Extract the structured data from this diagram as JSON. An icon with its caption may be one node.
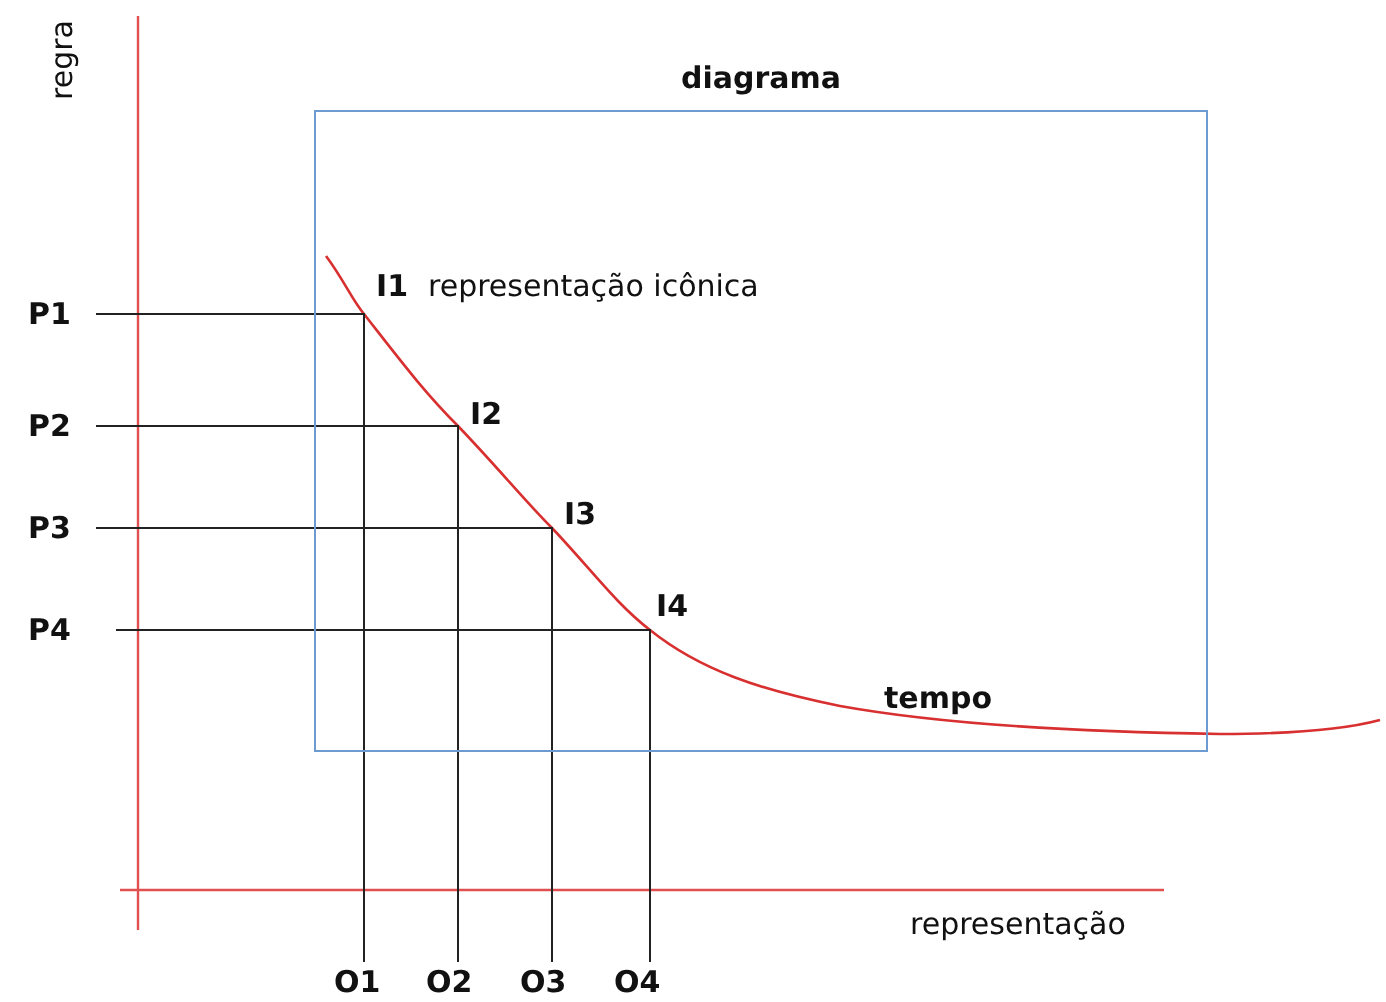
{
  "diagram": {
    "nodes": [
      {
        "text": [
          "diagrama"
        ]
      }
    ],
    "edges": [],
    "labels": [
      "regra",
      "P1",
      "P2",
      "P3",
      "P4",
      "I1",
      "representação icônica",
      "I2",
      "I3",
      "I4",
      "tempo",
      "representação",
      "O1",
      "O2",
      "O3",
      "O4"
    ]
  }
}
